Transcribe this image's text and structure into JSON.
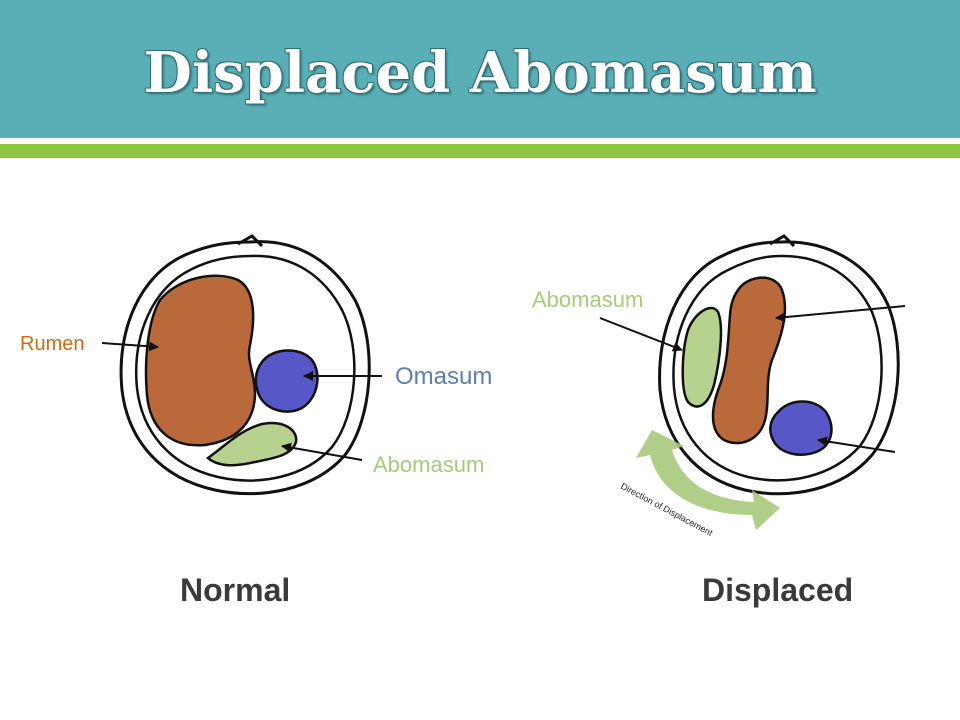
{
  "header": {
    "title": "Displaced Abomasum"
  },
  "colors": {
    "header_bg": "#5aaeb6",
    "accent_bar": "#8dc63f",
    "rumen": "#b9693a",
    "omasum": "#5757c8",
    "abomasum": "#b7d28f",
    "arrow_green": "#a7c97a",
    "label_blue": "#5b7fb3",
    "label_green": "#a7c97a",
    "label_orange": "#d06b10"
  },
  "normal": {
    "caption": "Normal",
    "labels": {
      "rumen": "Rumen",
      "omasum": "Omasum",
      "abomasum": "Abomasum"
    }
  },
  "displaced": {
    "caption": "Displaced",
    "labels": {
      "abomasum": "Abomasum",
      "direction": "Direction of Displacement"
    }
  }
}
